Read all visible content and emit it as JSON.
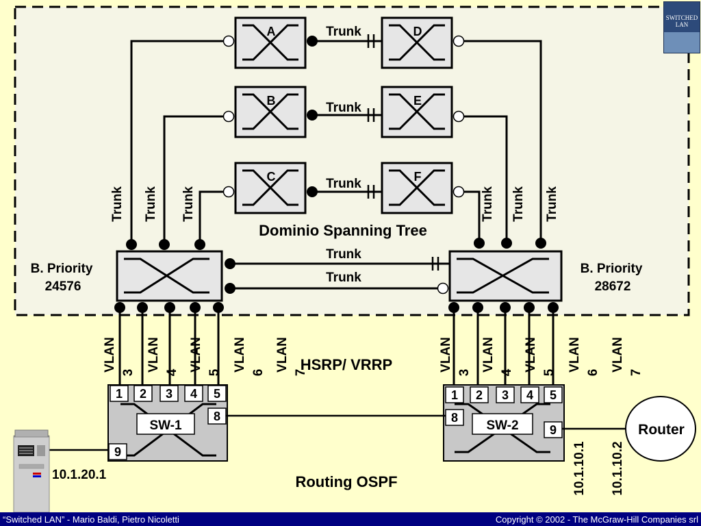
{
  "trunk_label": "Trunk",
  "spanning_tree_domain_label": "Dominio Spanning Tree",
  "left_bridge_priority": [
    "B. Priority",
    "24576"
  ],
  "right_bridge_priority": [
    "B. Priority",
    "28672"
  ],
  "switch_labels": [
    "A",
    "B",
    "C",
    "D",
    "E",
    "F"
  ],
  "vlan_word": "VLAN",
  "vlan_numbers": [
    "3",
    "4",
    "5",
    "6",
    "7"
  ],
  "redundancy_label": "HSRP/ VRRP",
  "sw1": {
    "name": "SW-1",
    "ports": [
      "1",
      "2",
      "3",
      "4",
      "5"
    ],
    "port_uplink": "8",
    "port_host": "9"
  },
  "sw2": {
    "name": "SW-2",
    "ports": [
      "1",
      "2",
      "3",
      "4",
      "5"
    ],
    "port_uplink": "8",
    "port_router": "9"
  },
  "router_label": "Router",
  "host_ip": "10.1.20.1",
  "link_ip_sw2": "10.1.10.1",
  "link_ip_router": "10.1.10.2",
  "routing_label": "Routing OSPF",
  "footer": {
    "left": "“Switched LAN” - Mario Baldi, Pietro Nicoletti",
    "right": "Copyright © 2002 - The McGraw-Hill Companies srl"
  },
  "book_cover_text": "SWITCHED LAN",
  "colors": {
    "background": "#ffffcc",
    "domain_fill": "#f5f5e6",
    "switch_fill": "#e6e6e6",
    "footer": "#000080"
  }
}
